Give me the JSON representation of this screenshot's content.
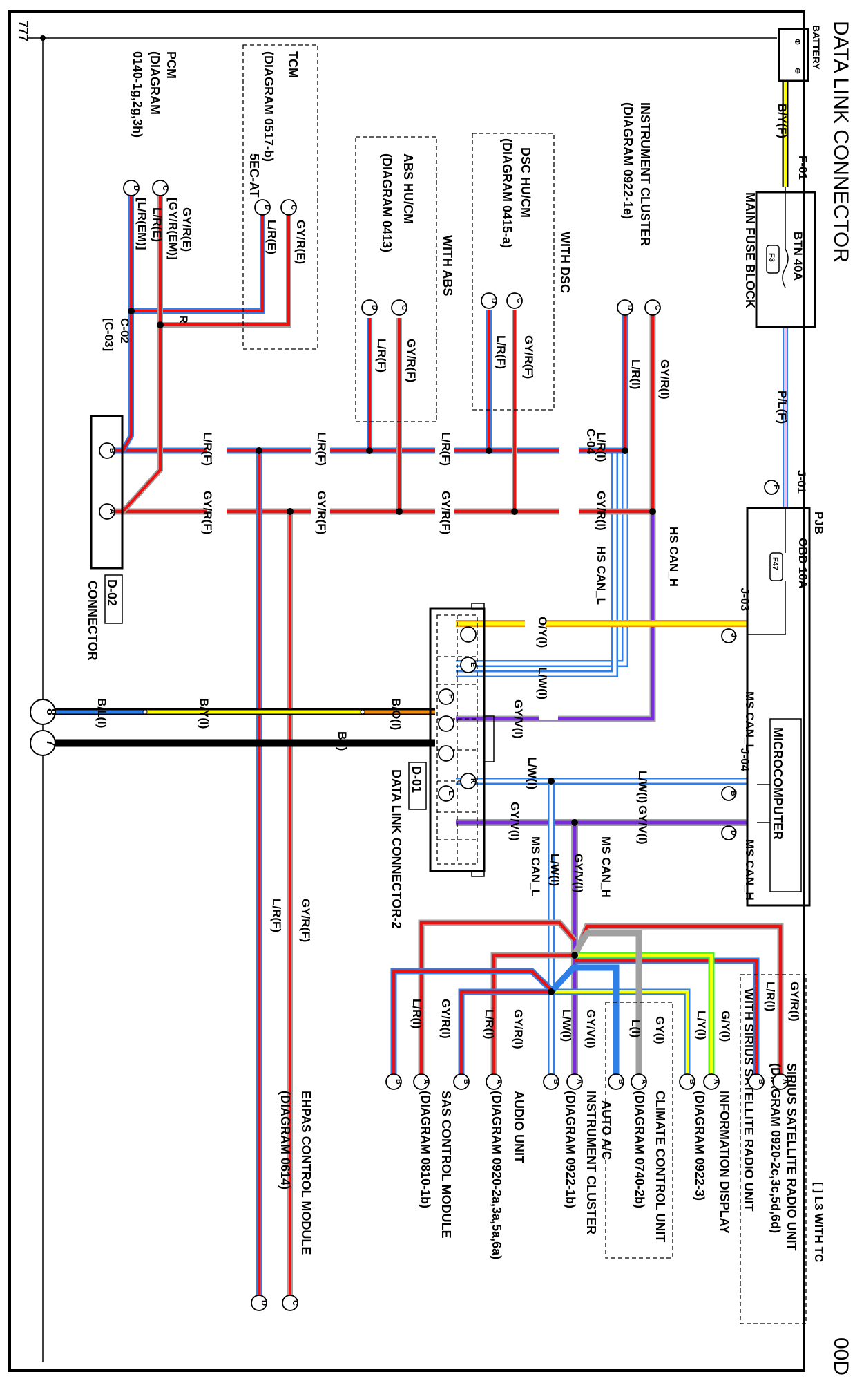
{
  "page": {
    "title": "DATA LINK CONNECTOR",
    "page_code": "00D",
    "ground_label": "777",
    "legend_note": "[ ] L3 WITH TC"
  },
  "colors": {
    "red": "#ee1111",
    "blue": "#2f7fe8",
    "gray": "#a0a0a0",
    "purple": "#7a2be0",
    "yellow": "#ffff00",
    "orange": "#f08a10",
    "green": "#44ee22",
    "black": "#000000"
  },
  "power": {
    "battery_label": "BATTERY",
    "battery_wire": "B/Y(F)",
    "f01": "F-01",
    "main_fuse_block": "MAIN FUSE BLOCK",
    "btn_fuse": "BTN 40A",
    "btn_fuse_id": "F3",
    "pl_wire": "P/L(F)",
    "j01": "J-01",
    "j01_pin": "F",
    "pjb": "PJB",
    "obd_fuse": "OBD 10A",
    "obd_fuse_id": "F47",
    "j03": "J-03",
    "j03_pin": "J",
    "j04": "J-04",
    "j04_pin_b": "B",
    "j04_pin_d": "D",
    "microcomputer": "MICROCOMPUTER",
    "ms_can_l": "MS CAN_L",
    "ms_can_h": "MS CAN_H"
  },
  "modules_top": [
    {
      "name": "INSTRUMENT CLUSTER",
      "diagram": "(DIAGRAM 0922-1e)",
      "pins": [
        "C",
        "D"
      ],
      "wires": [
        "GY/R(I)",
        "L/R(I)"
      ]
    },
    {
      "name": "DSC HU/CM",
      "diagram": "(DIAGRAM 0415-a)",
      "group": "WITH DSC",
      "pins": [
        "C",
        "D"
      ],
      "wires": [
        "GY/R(F)",
        "L/R(F)"
      ]
    },
    {
      "name": "ABS HU/CM",
      "diagram": "(DIAGRAM 0413)",
      "group": "WITH ABS",
      "pins": [
        "C",
        "D"
      ],
      "wires": [
        "GY/R(F)",
        "L/R(F)"
      ]
    },
    {
      "name": "TCM",
      "diagram": "(DIAGRAM 0517-b)",
      "group": "5EC-AT",
      "pins": [
        "C",
        "D"
      ],
      "wires": [
        "GY/R(E)",
        "L/R(E)"
      ]
    },
    {
      "name": "PCM",
      "diagram_line1": "(DIAGRAM",
      "diagram_line2": "0140-1g,2g,3h)",
      "pins": [
        "C",
        "D"
      ],
      "wires": [
        "GY/R(E)",
        "[GY/R(EM)]",
        "L/R(E)",
        "[L/R(EM)]"
      ]
    }
  ],
  "connectors": {
    "c04": "C-04",
    "c02": "C-02",
    "c03": "[C-03]",
    "splice_r": "R",
    "d02_id": "D-02",
    "d02_name": "CONNECTOR",
    "d02_pins": [
      "B",
      "A"
    ],
    "d01_id": "D-01",
    "d01_name": "DATA LINK CONNECTOR-2",
    "d01_pins": [
      "E",
      "F",
      "K",
      "L"
    ]
  },
  "bus_labels": {
    "lr_i": "L/R(I)",
    "gyr_i": "GY/R(I)",
    "lr_f": "L/R(F)",
    "gyr_f": "GY/R(F)",
    "hs_can_h": "HS CAN_H",
    "hs_can_l": "HS CAN_L",
    "oy_i": "O/Y(I)",
    "lw_i": "L/W(I)",
    "gyv_i": "GY/V(I)",
    "bo_i": "B/O(I)",
    "b_i": "B(I)",
    "by_i": "B/Y(I)",
    "bl_i": "B/L(I)",
    "ground_8": "8",
    "ground_7": "7"
  },
  "modules_bottom": [
    {
      "name": "SIRIUS SATELLITE RADIO UNIT",
      "diagram": "(DIAGRAM 0920-2c,3c,5d,6d)",
      "group": "WITH SIRIUS SATELLITE RADIO UNIT",
      "pins": [
        "A",
        "B"
      ],
      "wires": [
        "GY/R(I)",
        "L/R(I)"
      ]
    },
    {
      "name": "INFORMATION DISPLAY",
      "diagram": "(DIAGRAM 0922-3)",
      "pins": [
        "A",
        "B"
      ],
      "wires": [
        "G/Y(I)",
        "L/Y(I)"
      ]
    },
    {
      "name": "CLIMATE CONTROL UNIT",
      "diagram": "(DIAGRAM 0740-2b)",
      "group": "AUTO A/C",
      "pins": [
        "A",
        "B"
      ],
      "wires": [
        "GY(I)",
        "L(I)"
      ]
    },
    {
      "name": "INSTRUMENT CLUSTER",
      "diagram": "(DIAGRAM 0922-1b)",
      "pins": [
        "A",
        "B"
      ],
      "wires": [
        "GY/V(I)",
        "L/W(I)"
      ]
    },
    {
      "name": "AUDIO UNIT",
      "diagram": "(DIAGRAM 0920-2a,3a,5a,6a)",
      "pins": [
        "A",
        "B"
      ],
      "wires": [
        "GY/R(I)",
        "L/R(I)"
      ]
    },
    {
      "name": "SAS CONTROL MODULE",
      "diagram": "(DIAGRAM 0810-1b)",
      "pins": [
        "A",
        "B"
      ],
      "wires": [
        "GY/R(I)",
        "L/R(I)"
      ]
    },
    {
      "name": "EHPAS CONTROL MODULE",
      "diagram": "(DIAGRAM 0614)",
      "pins": [
        "C",
        "D"
      ],
      "wires": [
        "GY/R(F)",
        "L/R(F)"
      ]
    }
  ]
}
